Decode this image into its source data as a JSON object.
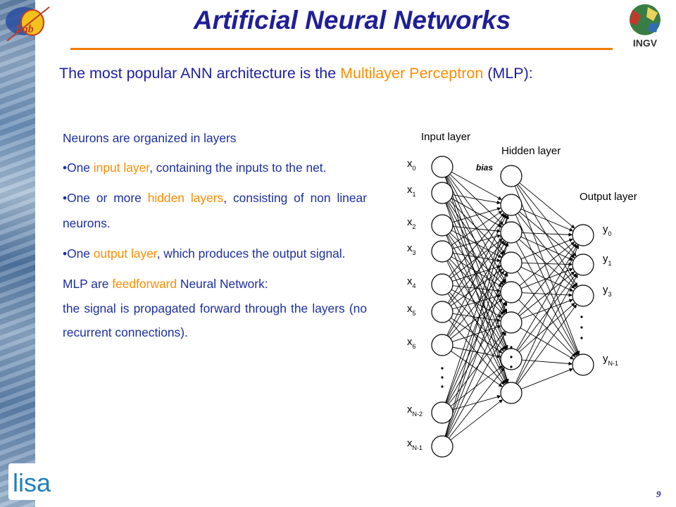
{
  "slide": {
    "title": "Artificial Neural Networks",
    "subtitle_before": "The most popular ANN architecture is the ",
    "subtitle_highlight": "Multilayer Perceptron",
    "subtitle_after": " (MLP):",
    "page_number": "9",
    "colors": {
      "title": "#1f1f96",
      "text": "#1c2fa0",
      "highlight": "#ff8c00",
      "rule": "#f07c00"
    }
  },
  "content": {
    "intro": "Neurons are organized in layers",
    "bullets": [
      {
        "before": "•One ",
        "highlight": "input layer",
        "after": ", containing the inputs to the net."
      },
      {
        "before": "•One or more ",
        "highlight": "hidden layers",
        "after": ", consisting of non linear neurons."
      },
      {
        "before": "•One ",
        "highlight": "output layer",
        "after": ", which produces the output signal."
      }
    ],
    "mlp_before": "MLP are ",
    "mlp_highlight": "feedforward",
    "mlp_after": " Neural Network:",
    "mlp_line2": "the signal is propagated forward through the layers (no recurrent connections)."
  },
  "diagram": {
    "input_layer_label": "Input layer",
    "hidden_layer_label": "Hidden layer",
    "output_layer_label": "Output  layer",
    "bias_label": "bias",
    "input_nodes": [
      {
        "base": "x",
        "sub": "0"
      },
      {
        "base": "x",
        "sub": "1"
      },
      {
        "base": "x",
        "sub": "2"
      },
      {
        "base": "x",
        "sub": "3"
      },
      {
        "base": "x",
        "sub": "4"
      },
      {
        "base": "x",
        "sub": "5"
      },
      {
        "base": "x",
        "sub": "6"
      },
      {
        "base": "x",
        "sub": "N-2"
      },
      {
        "base": "x",
        "sub": "N-1"
      }
    ],
    "output_nodes": [
      {
        "base": "y",
        "sub": "0"
      },
      {
        "base": "y",
        "sub": "1"
      },
      {
        "base": "y",
        "sub": "3"
      },
      {
        "base": "y",
        "sub": "N-1"
      }
    ],
    "hidden_node_count": 8
  },
  "logos": {
    "left_text": "Lab",
    "right_text": "INGV",
    "bottom_text": "lisa"
  }
}
